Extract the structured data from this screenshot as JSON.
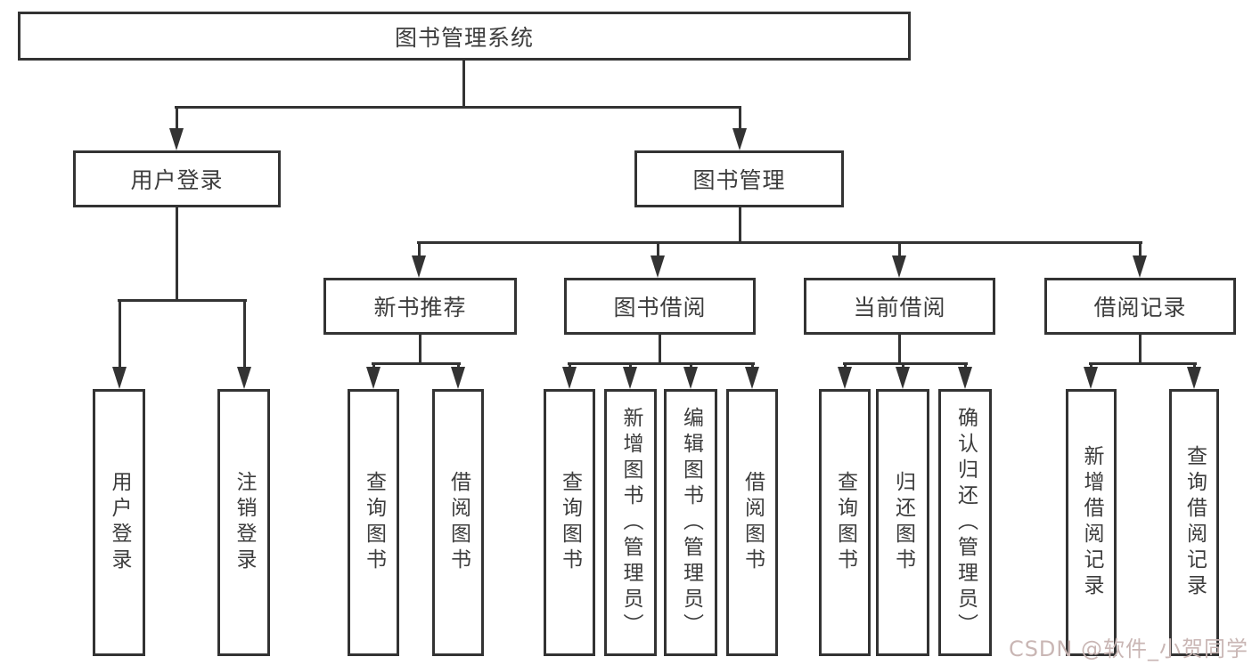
{
  "diagram": {
    "root": {
      "label": "图书管理系统"
    },
    "branches": [
      {
        "label": "用户登录",
        "children": [
          {
            "label": "用户登录"
          },
          {
            "label": "注销登录"
          }
        ]
      },
      {
        "label": "图书管理",
        "children": [
          {
            "label": "新书推荐",
            "children": [
              {
                "label": "查询图书"
              },
              {
                "label": "借阅图书"
              }
            ]
          },
          {
            "label": "图书借阅",
            "children": [
              {
                "label": "查询图书"
              },
              {
                "label": "新增图书（管理员）"
              },
              {
                "label": "编辑图书（管理员）"
              },
              {
                "label": "借阅图书"
              }
            ]
          },
          {
            "label": "当前借阅",
            "children": [
              {
                "label": "查询图书"
              },
              {
                "label": "归还图书"
              },
              {
                "label": "确认归还（管理员）"
              }
            ]
          },
          {
            "label": "借阅记录",
            "children": [
              {
                "label": "新增借阅记录"
              },
              {
                "label": "查询借阅记录"
              }
            ]
          }
        ]
      }
    ]
  },
  "watermark": {
    "text": "CSDN @软件_小贺同学"
  },
  "colors": {
    "line": "#333333",
    "box_border": "#333333",
    "text": "#3d3d3d",
    "watermark": "#c9b6b4",
    "background": "#ffffff"
  }
}
